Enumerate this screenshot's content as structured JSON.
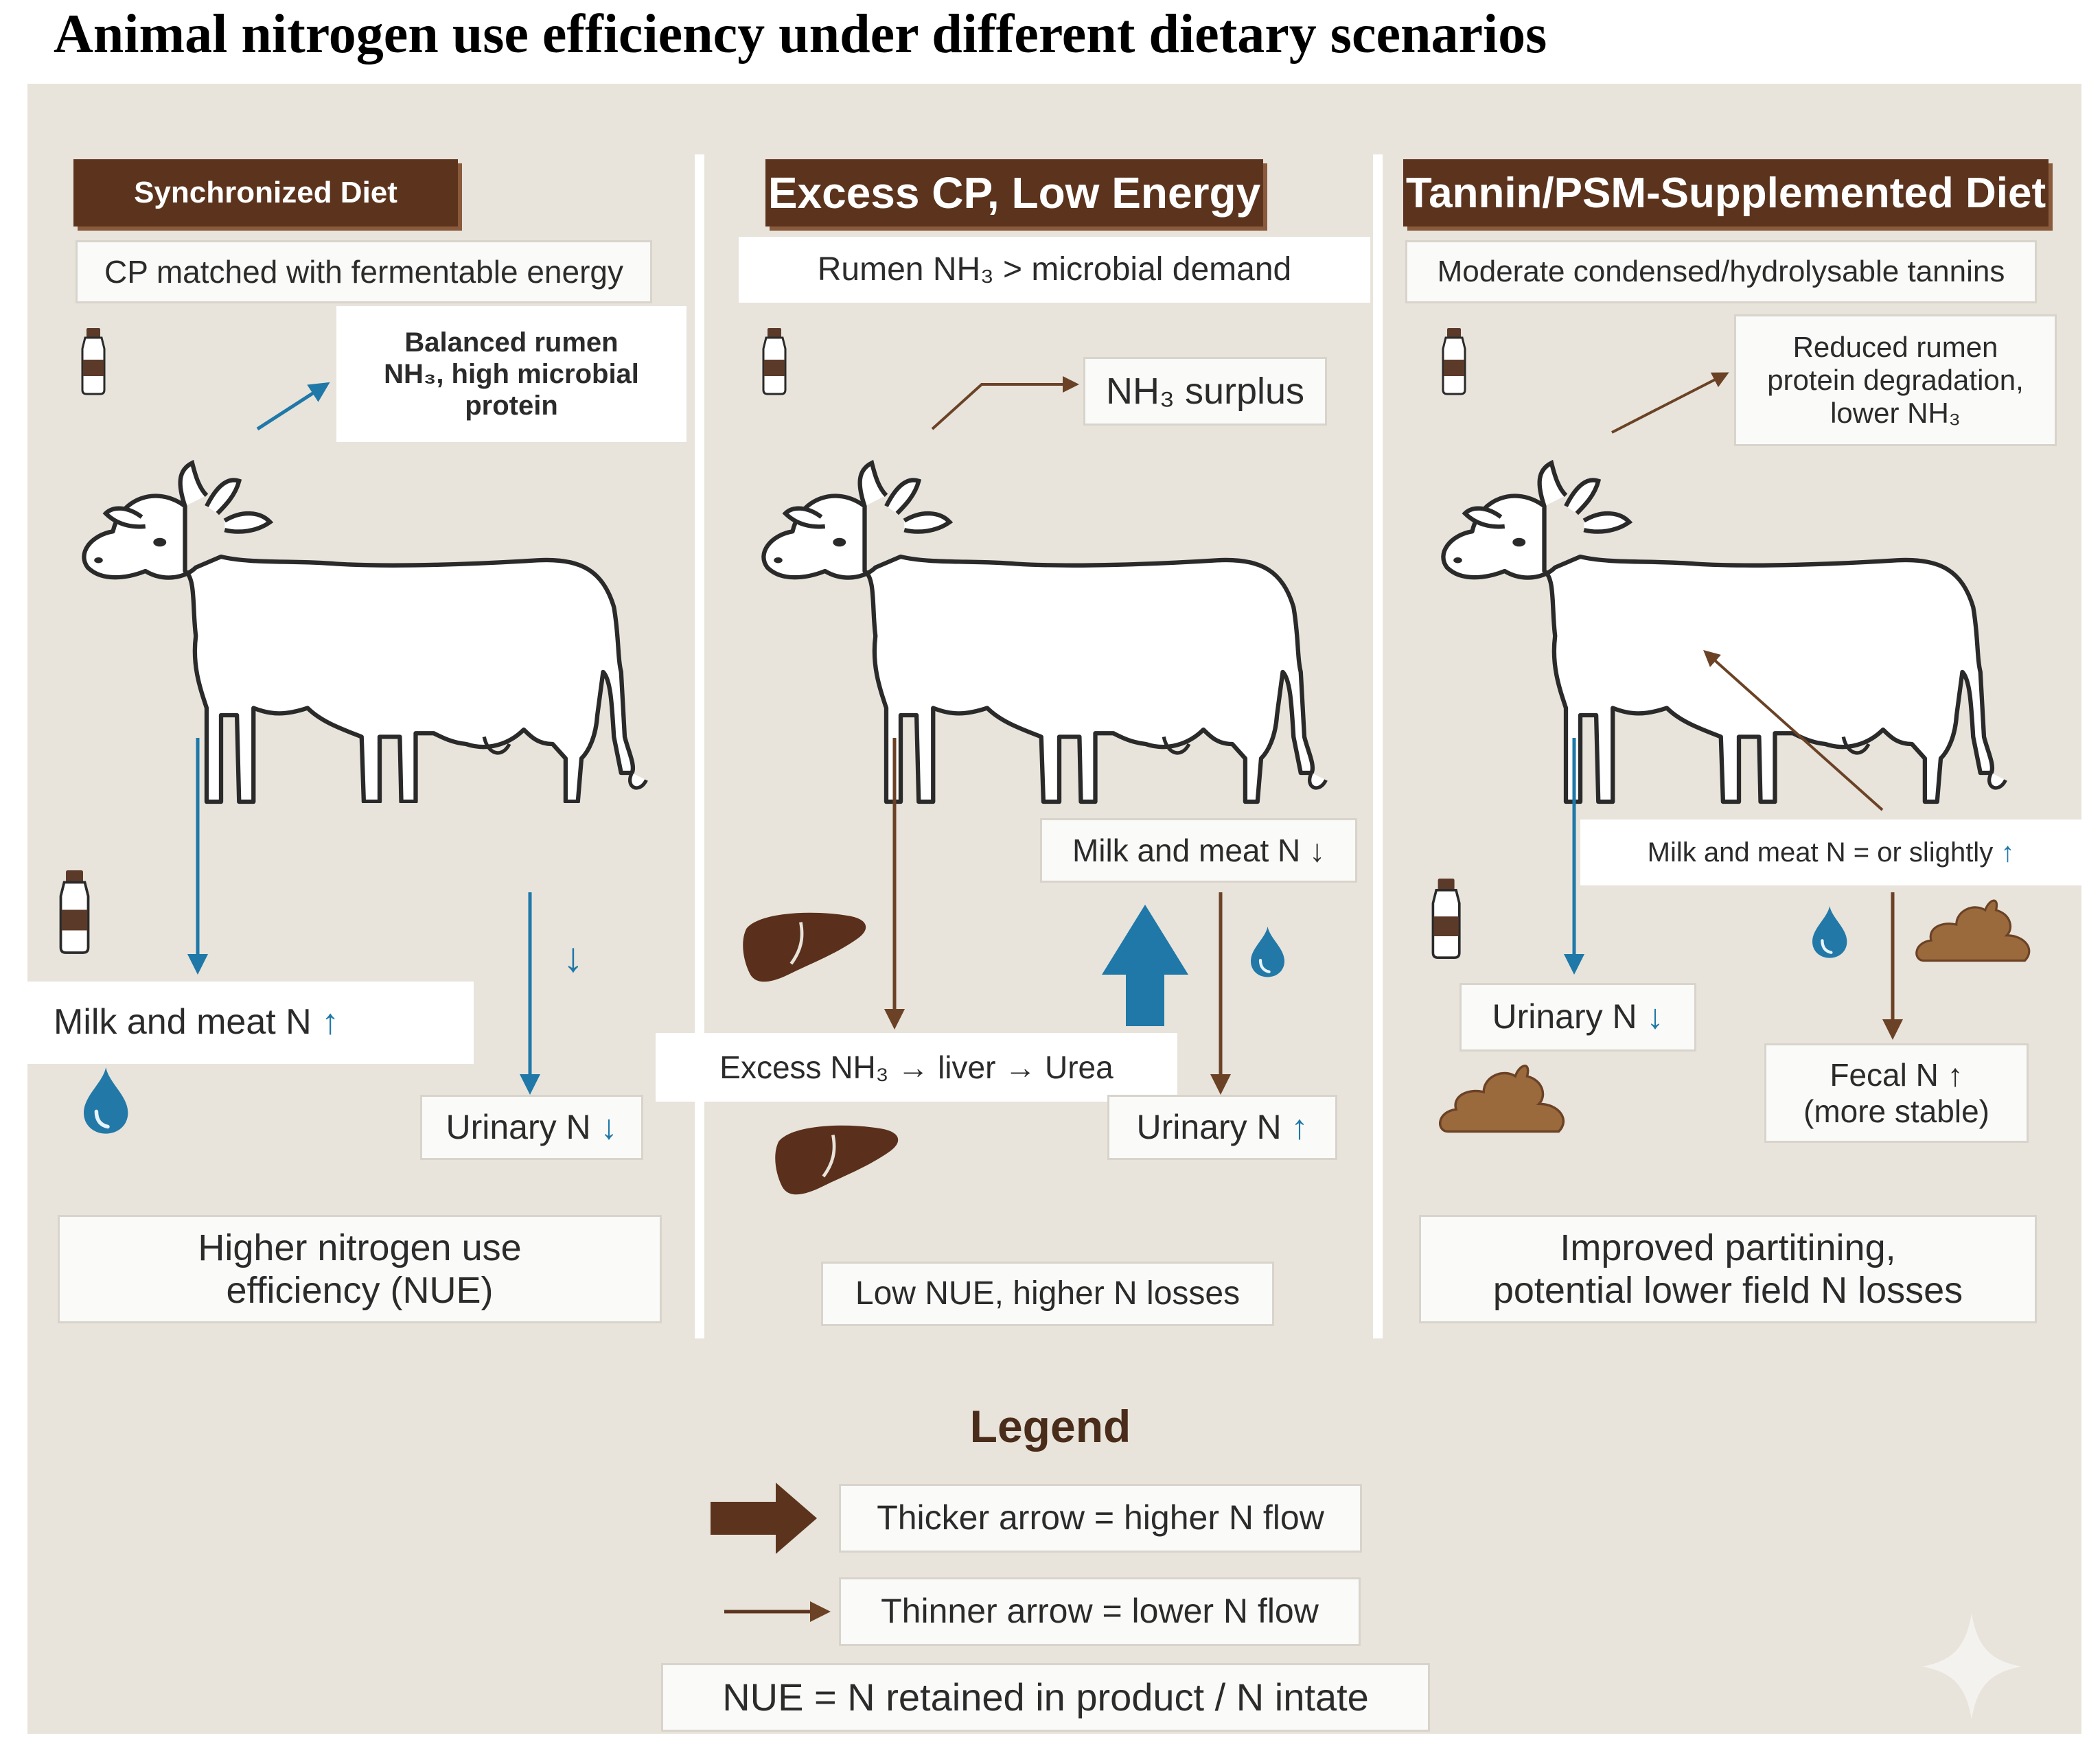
{
  "title": "Animal nitrogen use efficiency under different dietary scenarios",
  "colors": {
    "panel_background": "#e8e4db",
    "header_brown": "#5c341e",
    "arrow_blue": "#1f78a8",
    "arrow_brown": "#6b4226",
    "manure_brown": "#9b6a3c",
    "liver_brown": "#5a301c"
  },
  "panels": [
    {
      "header": "Synchronized Diet",
      "subtitle": "CP matched with fermentable energy",
      "rumen_note": "Balanced rumen\nNH₃, high microbial\nprotein",
      "product_label": "Milk and meat N",
      "product_arrow": "↑",
      "urinary_label": "Urinary N",
      "urinary_arrow": "↓",
      "side_arrow": "↓",
      "summary": "Higher nitrogen use\nefficiency (NUE)",
      "icons": [
        "milk-bottle-icon",
        "cow-icon",
        "water-drop-icon"
      ]
    },
    {
      "header": "Excess CP, Low Energy",
      "subtitle": "Rumen NH₃ > microbial demand",
      "rumen_note": "NH₃ surplus",
      "product_label": "Milk and meat N",
      "product_arrow": "↓",
      "liver_note": "Excess NH₃ → liver → Urea",
      "urinary_label": "Urinary N",
      "urinary_arrow": "↑",
      "summary": "Low NUE, higher N losses",
      "icons": [
        "milk-bottle-icon",
        "cow-icon",
        "liver-icon",
        "water-drop-icon"
      ]
    },
    {
      "header": "Tannin/PSM-Supplemented Diet",
      "subtitle": "Moderate condensed/hydrolysable tannins",
      "rumen_note": "Reduced rumen\nprotein degradation,\nlower NH₃",
      "product_label": "Milk and meat N = or slightly",
      "product_arrow": "↑",
      "urinary_label": "Urinary N",
      "urinary_arrow": "↓",
      "fecal_label": "Fecal N ↑\n(more stable)",
      "summary": "Improved partitining,\npotential lower field N losses",
      "icons": [
        "milk-bottle-icon",
        "cow-icon",
        "water-drop-icon",
        "manure-icon"
      ]
    }
  ],
  "legend": {
    "title": "Legend",
    "thick_arrow": "Thicker arrow = higher N flow",
    "thin_arrow": "Thinner arrow = lower N flow",
    "nue_definition": "NUE = N retained in product / N intate"
  }
}
